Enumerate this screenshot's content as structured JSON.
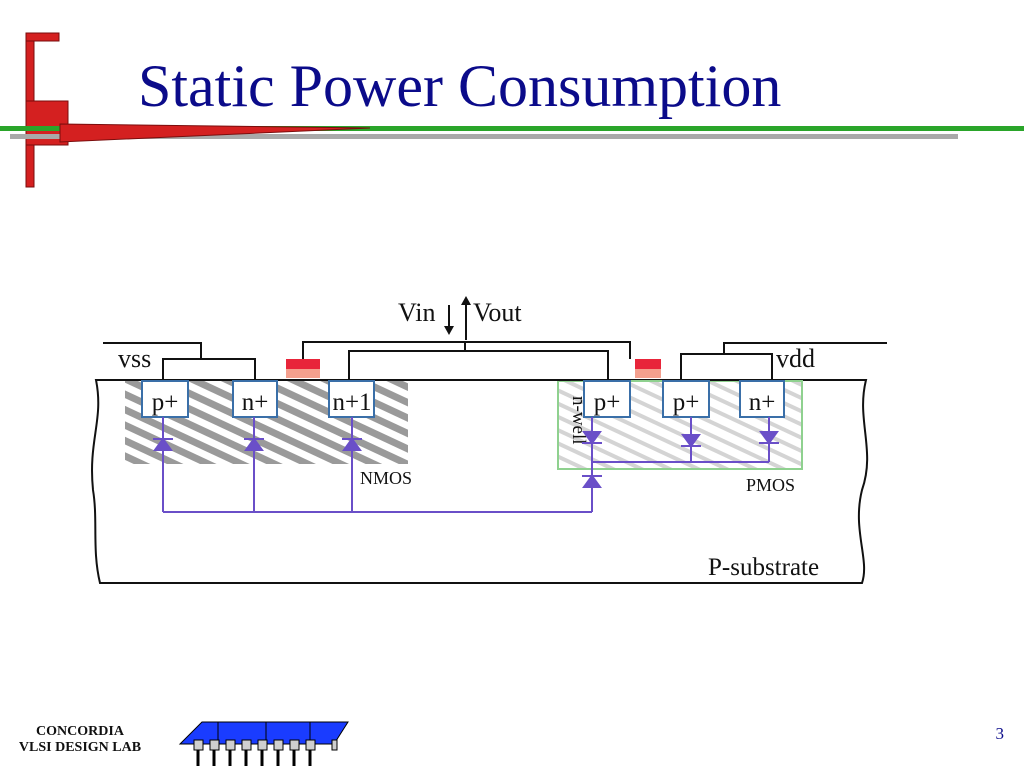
{
  "slide": {
    "title": "Static Power Consumption",
    "page_number": "3"
  },
  "footer": {
    "logo_line1": "CONCORDIA",
    "logo_line2": "VLSI DESIGN LAB"
  },
  "diagram": {
    "vin": "Vin",
    "vout": "Vout",
    "vss": "vss",
    "vdd": "vdd",
    "nmos_diffusions": [
      "p+",
      "n+",
      "n+1"
    ],
    "pmos_diffusions": [
      "p+",
      "p+",
      "n+"
    ],
    "nwell_label": "n-well",
    "nmos_label": "NMOS",
    "pmos_label": "PMOS",
    "substrate_label": "P-substrate"
  },
  "colors": {
    "title": "#0b0b8a",
    "accent_red": "#d42020",
    "accent_green": "#2aa52a",
    "diode": "#6a4fc8",
    "gate": "#e8253a",
    "diffusion_border": "#3a6fa8",
    "nwell_border": "#8fd18f"
  }
}
